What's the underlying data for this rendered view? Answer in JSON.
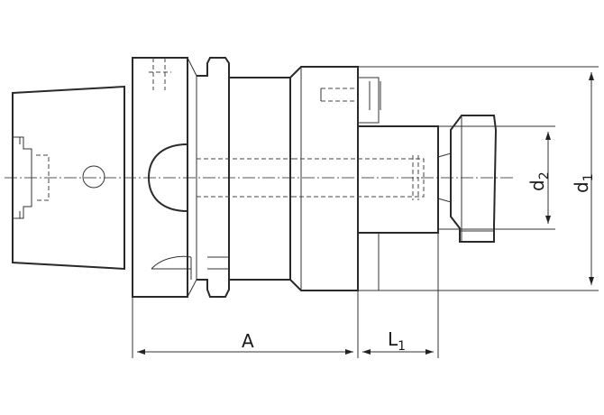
{
  "dimensions": {
    "A": "A",
    "L1_base": "L",
    "L1_sub": "1",
    "d1_base": "d",
    "d1_sub": "1",
    "d2_base": "d",
    "d2_sub": "2"
  }
}
